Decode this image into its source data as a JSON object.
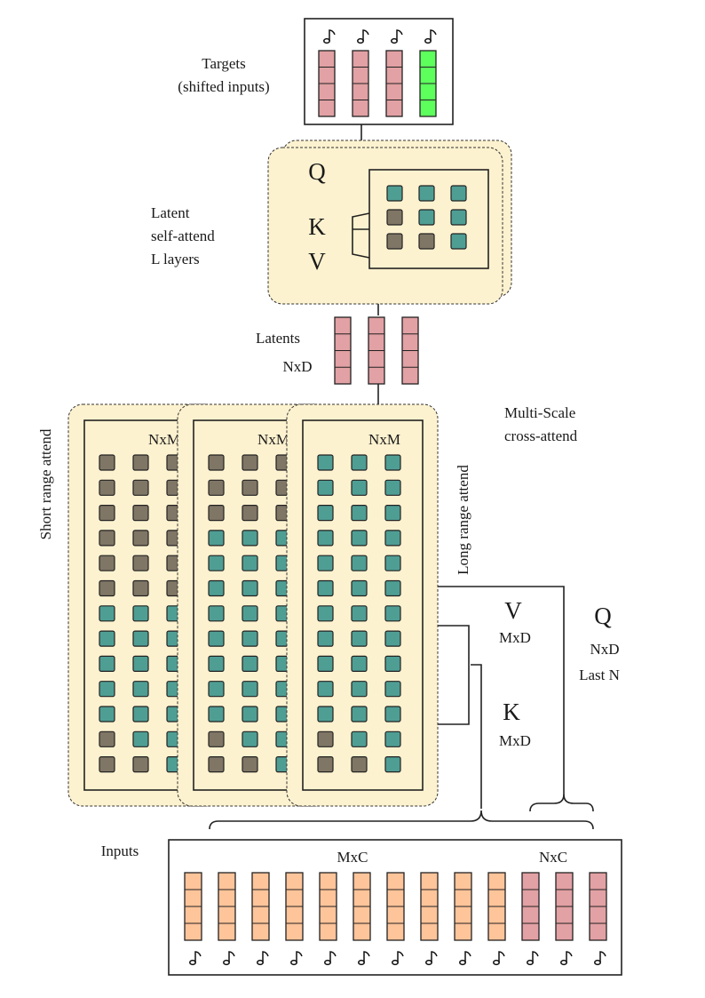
{
  "colors": {
    "panel_fill": "#fdf2cf",
    "teal": "#4f9e94",
    "gray": "#807666",
    "pink": "#e2a1a4",
    "green": "#5dff5d",
    "orange": "#fec49a",
    "stroke": "#222222"
  },
  "icons": {
    "token": "music-note-icon"
  },
  "targets": {
    "label_line1": "Targets",
    "label_line2": "(shifted inputs)",
    "token_colors": [
      "pink",
      "pink",
      "pink",
      "green"
    ]
  },
  "self_attend": {
    "label_line1": "Latent",
    "label_line2": "self-attend",
    "label_line3": "L layers",
    "q": "Q",
    "k": "K",
    "v": "V",
    "matrix": [
      [
        "teal",
        "teal",
        "teal"
      ],
      [
        "gray",
        "teal",
        "teal"
      ],
      [
        "gray",
        "gray",
        "teal"
      ]
    ]
  },
  "latents": {
    "label": "Latents",
    "dims": "NxD",
    "count": 3
  },
  "cross_attend": {
    "label_line1": "Multi-Scale",
    "label_line2": "cross-attend",
    "panel_dims": "NxM",
    "short_label": "Short range attend",
    "long_label": "Long range attend",
    "short_mask": [
      [
        "gray",
        "gray",
        "gray"
      ],
      [
        "gray",
        "gray",
        "gray"
      ],
      [
        "gray",
        "gray",
        "gray"
      ],
      [
        "gray",
        "gray",
        "gray"
      ],
      [
        "gray",
        "gray",
        "gray"
      ],
      [
        "gray",
        "gray",
        "gray"
      ],
      [
        "teal",
        "teal",
        "teal"
      ],
      [
        "teal",
        "teal",
        "teal"
      ],
      [
        "teal",
        "teal",
        "teal"
      ],
      [
        "teal",
        "teal",
        "teal"
      ],
      [
        "teal",
        "teal",
        "teal"
      ],
      [
        "gray",
        "teal",
        "teal"
      ],
      [
        "gray",
        "gray",
        "teal"
      ]
    ],
    "mid_mask": [
      [
        "gray",
        "gray",
        "gray"
      ],
      [
        "gray",
        "gray",
        "gray"
      ],
      [
        "gray",
        "gray",
        "gray"
      ],
      [
        "teal",
        "teal",
        "teal"
      ],
      [
        "teal",
        "teal",
        "teal"
      ],
      [
        "teal",
        "teal",
        "teal"
      ],
      [
        "teal",
        "teal",
        "teal"
      ],
      [
        "teal",
        "teal",
        "teal"
      ],
      [
        "teal",
        "teal",
        "teal"
      ],
      [
        "teal",
        "teal",
        "teal"
      ],
      [
        "teal",
        "teal",
        "teal"
      ],
      [
        "gray",
        "teal",
        "teal"
      ],
      [
        "gray",
        "gray",
        "teal"
      ]
    ],
    "long_mask": [
      [
        "teal",
        "teal",
        "teal"
      ],
      [
        "teal",
        "teal",
        "teal"
      ],
      [
        "teal",
        "teal",
        "teal"
      ],
      [
        "teal",
        "teal",
        "teal"
      ],
      [
        "teal",
        "teal",
        "teal"
      ],
      [
        "teal",
        "teal",
        "teal"
      ],
      [
        "teal",
        "teal",
        "teal"
      ],
      [
        "teal",
        "teal",
        "teal"
      ],
      [
        "teal",
        "teal",
        "teal"
      ],
      [
        "teal",
        "teal",
        "teal"
      ],
      [
        "teal",
        "teal",
        "teal"
      ],
      [
        "gray",
        "teal",
        "teal"
      ],
      [
        "gray",
        "gray",
        "teal"
      ]
    ],
    "v": "V",
    "v_dims": "MxD",
    "k": "K",
    "k_dims": "MxD",
    "q": "Q",
    "q_dims": "NxD",
    "q_note": "Last N"
  },
  "inputs": {
    "label": "Inputs",
    "m_dims": "MxC",
    "n_dims": "NxC",
    "token_colors": [
      "orange",
      "orange",
      "orange",
      "orange",
      "orange",
      "orange",
      "orange",
      "orange",
      "orange",
      "orange",
      "pink",
      "pink",
      "pink"
    ]
  }
}
